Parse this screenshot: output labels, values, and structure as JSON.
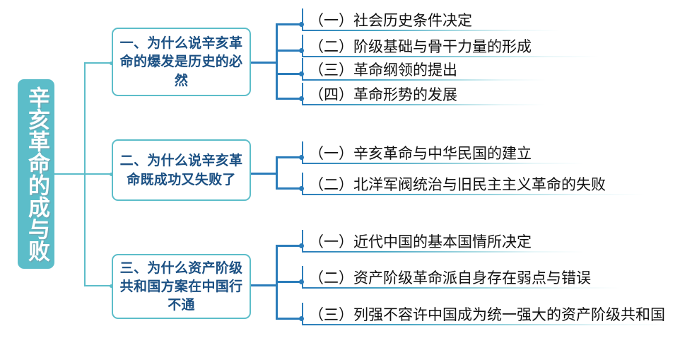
{
  "diagram": {
    "type": "mind-map",
    "title": "辛亥革命的成与败",
    "colors": {
      "root_fill": "#5cbdc9",
      "root_text": "#ffffff",
      "branch_border": "#5cbdc9",
      "branch_text": "#1b5083",
      "connector_teal": "#5cbdc9",
      "connector_blue": "#2a7cba",
      "leaf_text": "#111111",
      "background": "#ffffff"
    }
  },
  "root": {
    "label": "辛亥革命的成与败"
  },
  "branches": [
    {
      "label": "一、为什么说辛亥革命的爆发是历史的必然",
      "leaves": [
        {
          "label": "（一）社会历史条件决定"
        },
        {
          "label": "（二）阶级基础与骨干力量的形成"
        },
        {
          "label": "（三）革命纲领的提出"
        },
        {
          "label": "（四）革命形势的发展"
        }
      ]
    },
    {
      "label": "二、为什么说辛亥革命既成功又失败了",
      "leaves": [
        {
          "label": "（一）辛亥革命与中华民国的建立"
        },
        {
          "label": "（二）北洋军阀统治与旧民主主义革命的失败"
        }
      ]
    },
    {
      "label": "三、为什么资产阶级共和国方案在中国行不通",
      "leaves": [
        {
          "label": "（一）近代中国的基本国情所决定"
        },
        {
          "label": "（二）资产阶级革命派自身存在弱点与错误"
        },
        {
          "label": "（三）列强不容许中国成为统一强大的资产阶级共和国"
        }
      ]
    }
  ]
}
